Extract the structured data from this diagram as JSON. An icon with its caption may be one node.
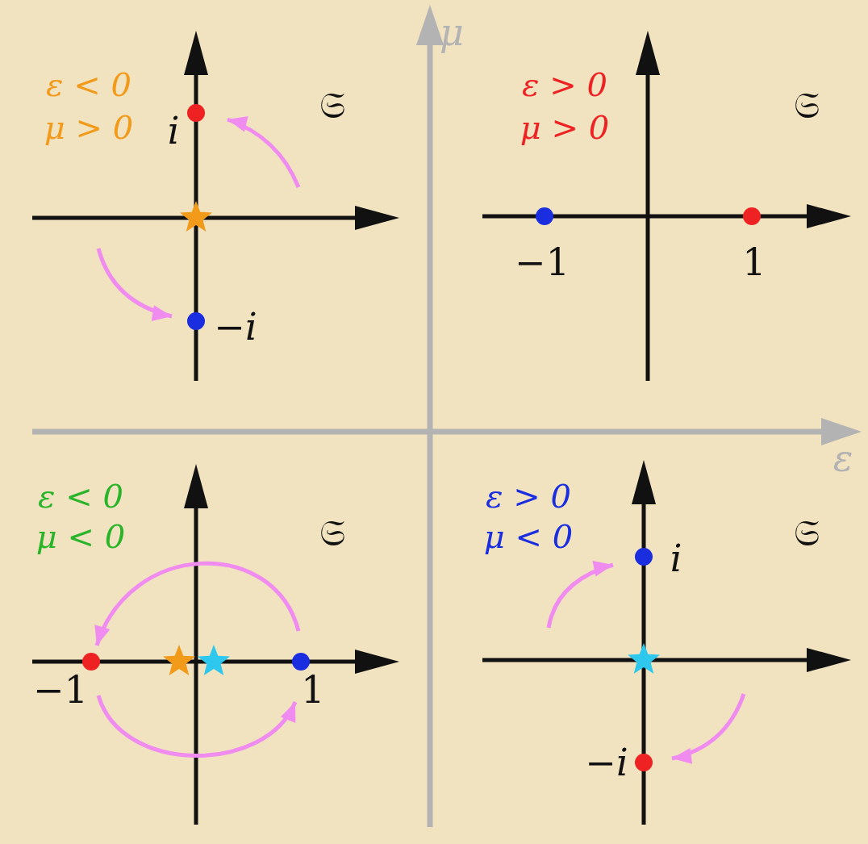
{
  "diagram": {
    "labels": [
      "μ",
      "ε < 0",
      "μ > 0",
      "𝔖",
      "i",
      "−i",
      "ε > 0",
      "μ > 0",
      "𝔖",
      "−1",
      "1",
      "ε",
      "ε < 0",
      "μ < 0",
      "𝔖",
      "−1",
      "1",
      "ε > 0",
      "μ < 0",
      "𝔖",
      "i",
      "−i"
    ]
  }
}
